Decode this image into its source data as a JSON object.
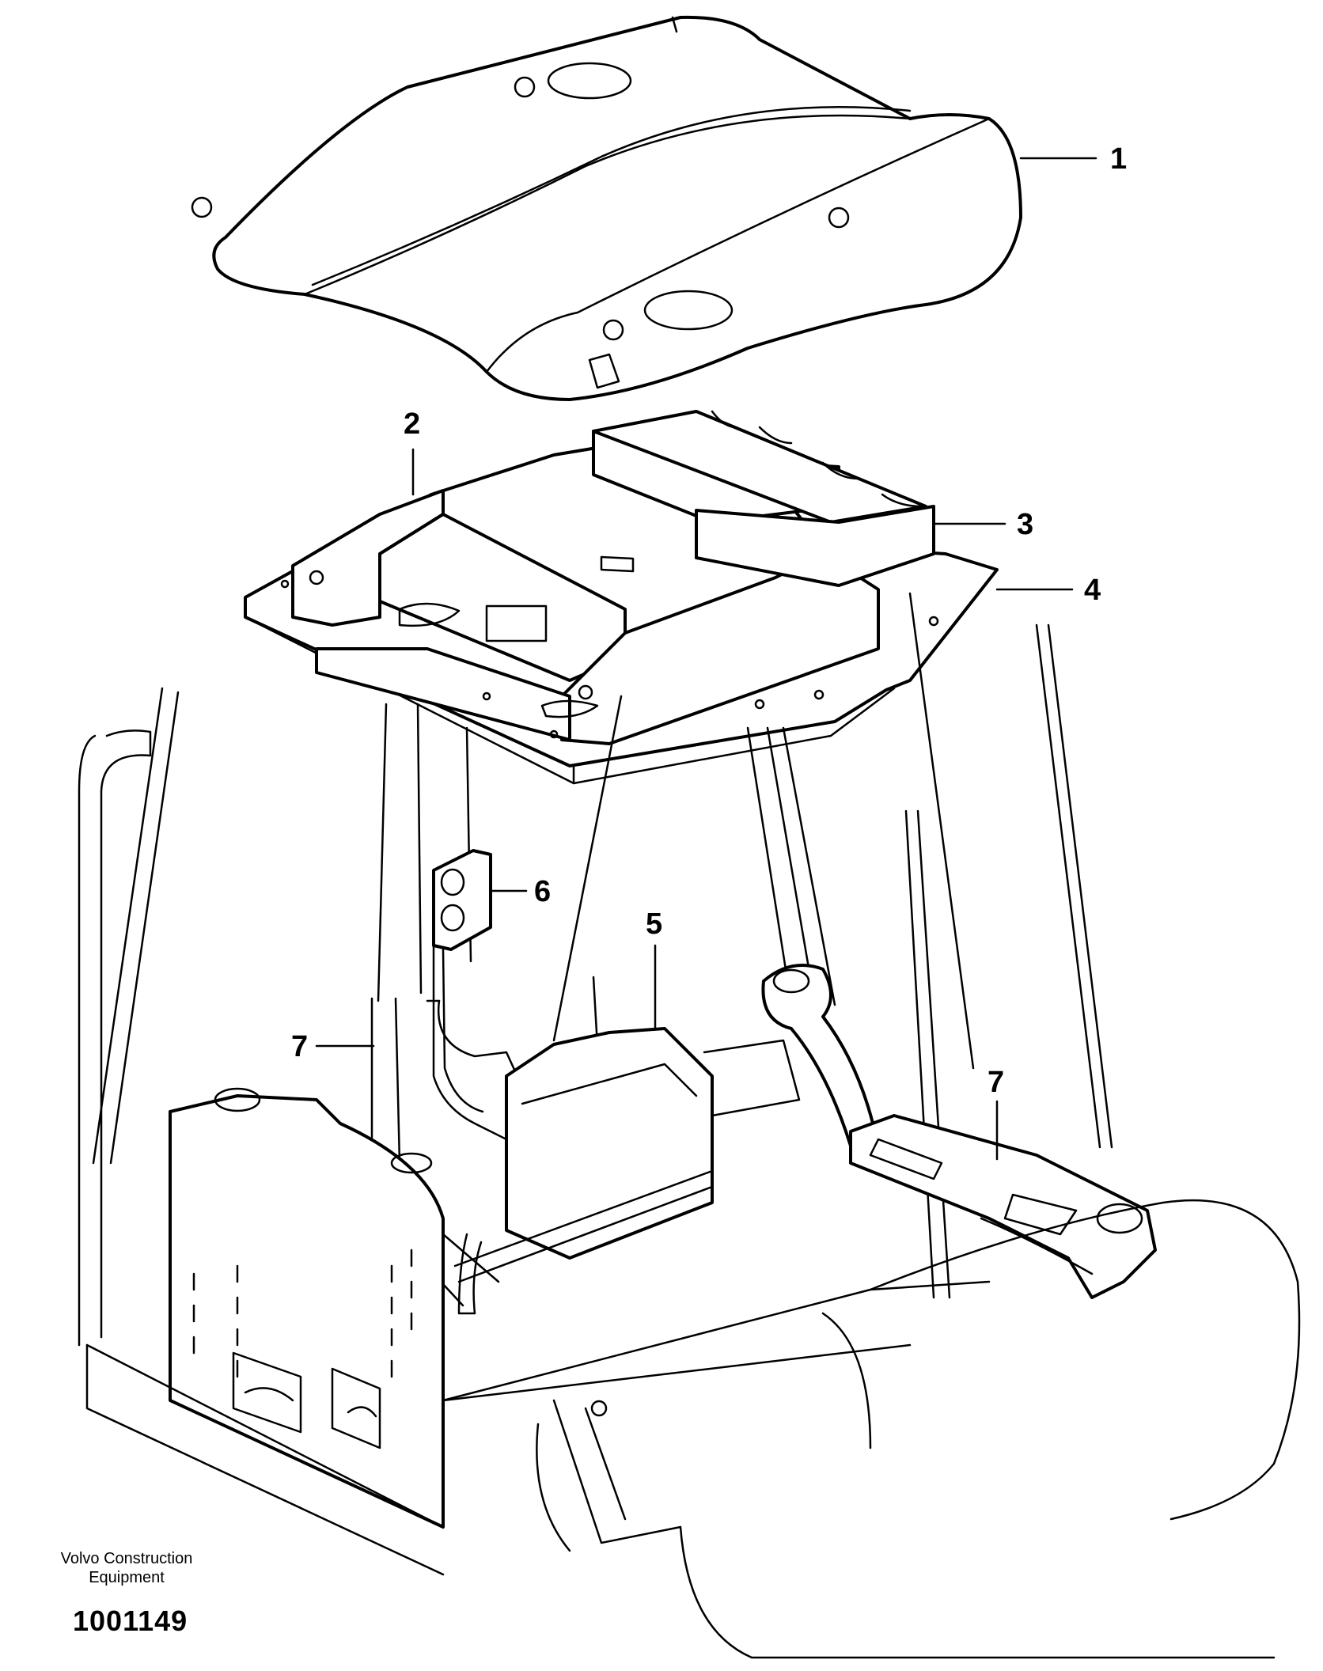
{
  "diagram": {
    "callouts": [
      {
        "id": "1",
        "label": "1"
      },
      {
        "id": "2",
        "label": "2"
      },
      {
        "id": "3",
        "label": "3"
      },
      {
        "id": "4",
        "label": "4"
      },
      {
        "id": "5",
        "label": "5"
      },
      {
        "id": "6",
        "label": "6"
      },
      {
        "id": "7a",
        "label": "7"
      },
      {
        "id": "7b",
        "label": "7"
      }
    ]
  },
  "footer": {
    "credit_line1": "Volvo Construction",
    "credit_line2": "Equipment",
    "drawing_number": "1001149"
  }
}
